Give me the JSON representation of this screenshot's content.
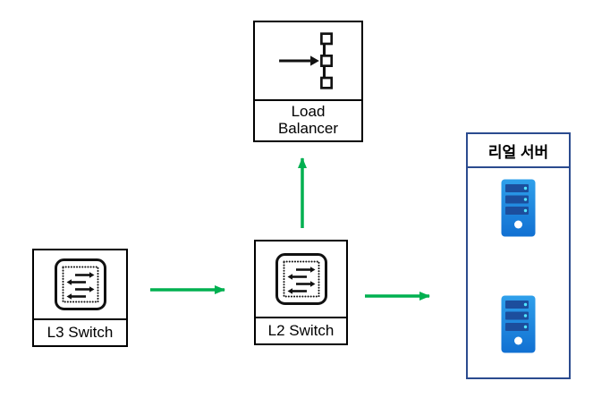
{
  "diagram": {
    "type": "network-topology",
    "nodes": {
      "load_balancer": {
        "label_line1": "Load",
        "label_line2": "Balancer",
        "icon": "load-balancer-icon"
      },
      "l3_switch": {
        "label": "L3 Switch",
        "icon": "switch-icon"
      },
      "l2_switch": {
        "label": "L2 Switch",
        "icon": "switch-icon"
      },
      "real_server_group": {
        "title": "리얼 서버",
        "icon": "server-icon",
        "server_count": 2
      }
    },
    "connections": [
      {
        "from": "L3 Switch",
        "to": "L2 Switch",
        "style": "green-arrow",
        "direction": "right"
      },
      {
        "from": "L2 Switch",
        "to": "Load Balancer",
        "style": "green-arrow",
        "direction": "up"
      },
      {
        "from": "L2 Switch",
        "to": "리얼 서버",
        "style": "green-arrow",
        "direction": "right"
      }
    ],
    "colors": {
      "arrow_green": "#00B050",
      "node_border": "#000000",
      "server_group_border": "#2B4B8F",
      "server_body_top": "#2FA0EB",
      "server_body_bottom": "#1170D2",
      "server_bar": "#1C4E9D",
      "server_dot": "#50E6FF",
      "background": "#FFFFFF"
    }
  }
}
